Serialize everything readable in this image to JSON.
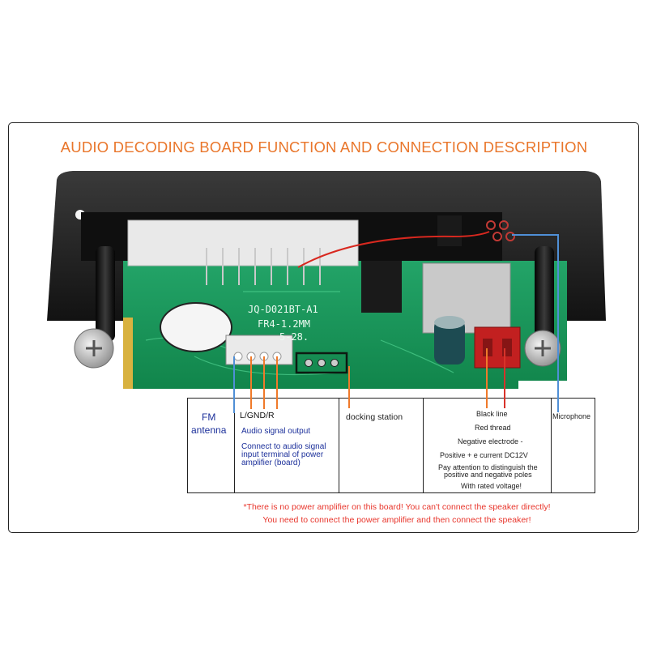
{
  "title": "AUDIO DECODING BOARD FUNCTION AND CONNECTION DESCRIPTION",
  "board": {
    "silkscreen_model": "JQ-D021BT-A1",
    "silkscreen_spec": "FR4-1.2MM",
    "silkscreen_date": "5-28."
  },
  "callouts": {
    "fm_antenna": {
      "line1": "FM",
      "line2": "antenna"
    },
    "audio": {
      "pins": "L/GND/R",
      "signal": "Audio signal output",
      "connect_1": "Connect to audio signal",
      "connect_2": "input terminal of power",
      "connect_3": "amplifier (board)"
    },
    "docking": "docking station",
    "power": {
      "black": "Black line",
      "red": "Red thread",
      "negative": "Negative electrode -",
      "positive": "Positive + e current DC12V",
      "attention_1": "Pay attention to distinguish the",
      "attention_2": "positive and negative poles",
      "rated": "With rated voltage!"
    },
    "microphone": "Microphone"
  },
  "warning": {
    "line1": "*There is no power amplifier on this board! You can't connect the speaker directly!",
    "line2": "You need to connect the power amplifier and then connect the speaker!"
  },
  "colors": {
    "title": "#e9762b",
    "warning": "#e8352b",
    "fm_label": "#1b2f9a",
    "audio_text": "#1b2f9a",
    "leader_blue": "#4f8fd6",
    "leader_orange": "#f07a2a",
    "leader_red": "#d8332a",
    "pcb": "#1f9a5e"
  }
}
